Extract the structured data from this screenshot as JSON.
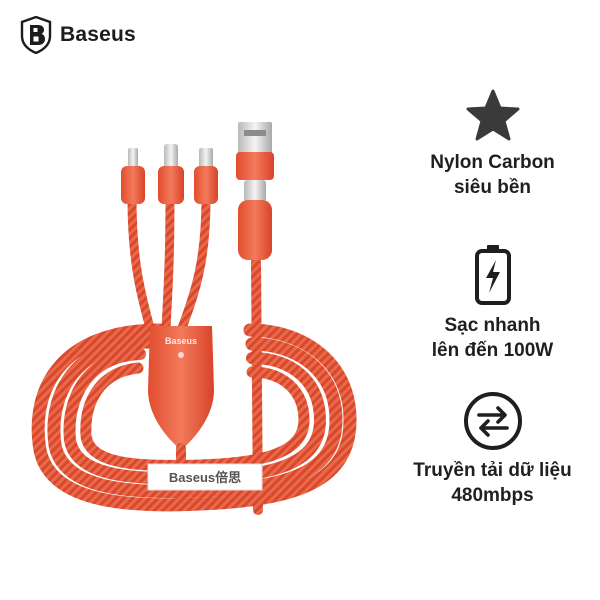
{
  "brand": {
    "name": "Baseus",
    "logo_icon": "baseus-shield-b-icon"
  },
  "product": {
    "image": "three-in-one-braided-cable-icon",
    "body_color": "#e8583a",
    "body_label": "Baseus",
    "sleeve_label": "Baseus倍思"
  },
  "features": [
    {
      "icon": "star-icon",
      "line1": "Nylon Carbon",
      "line2": "siêu bền"
    },
    {
      "icon": "battery-charging-icon",
      "line1": "Sạc nhanh",
      "line2": "lên đến 100W"
    },
    {
      "icon": "data-transfer-arrows-icon",
      "line1": "Truyền tải dữ liệu",
      "line2": "480mbps"
    }
  ]
}
